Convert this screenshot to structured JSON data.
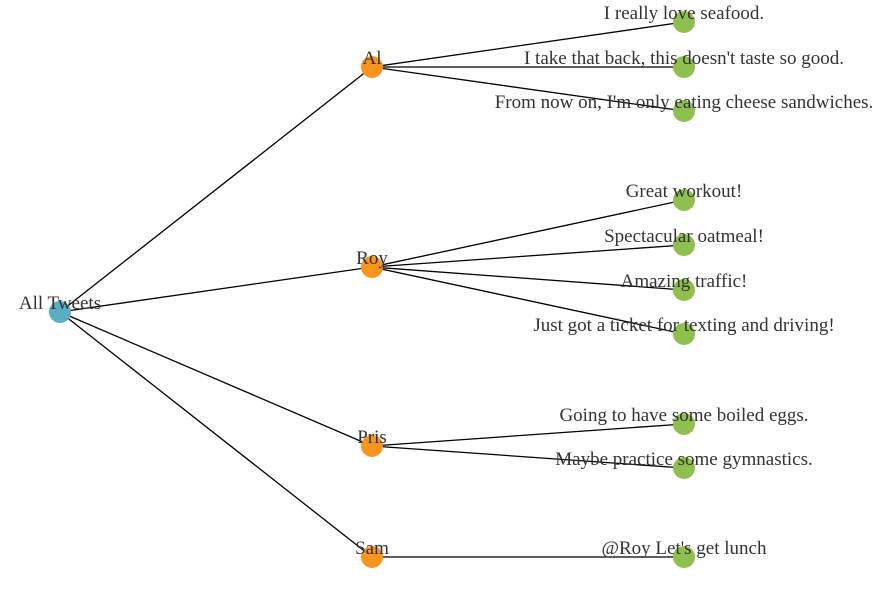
{
  "colors": {
    "root_node": "#5aaec4",
    "user_node": "#f7951e",
    "tweet_node": "#8ebf4f",
    "link": "#000000",
    "label": "#333333"
  },
  "tree": {
    "root": {
      "label": "All Tweets"
    },
    "users": [
      {
        "label": "Al",
        "tweets": [
          "I really love seafood.",
          "I take that back, this doesn't taste so good.",
          "From now on, I'm only eating cheese sandwiches."
        ]
      },
      {
        "label": "Roy",
        "tweets": [
          "Great workout!",
          "Spectacular oatmeal!",
          "Amazing traffic!",
          "Just got a ticket for texting and driving!"
        ]
      },
      {
        "label": "Pris",
        "tweets": [
          "Going to have some boiled eggs.",
          "Maybe practice some gymnastics."
        ]
      },
      {
        "label": "Sam",
        "tweets": [
          "@Roy Let's get lunch"
        ]
      }
    ]
  }
}
